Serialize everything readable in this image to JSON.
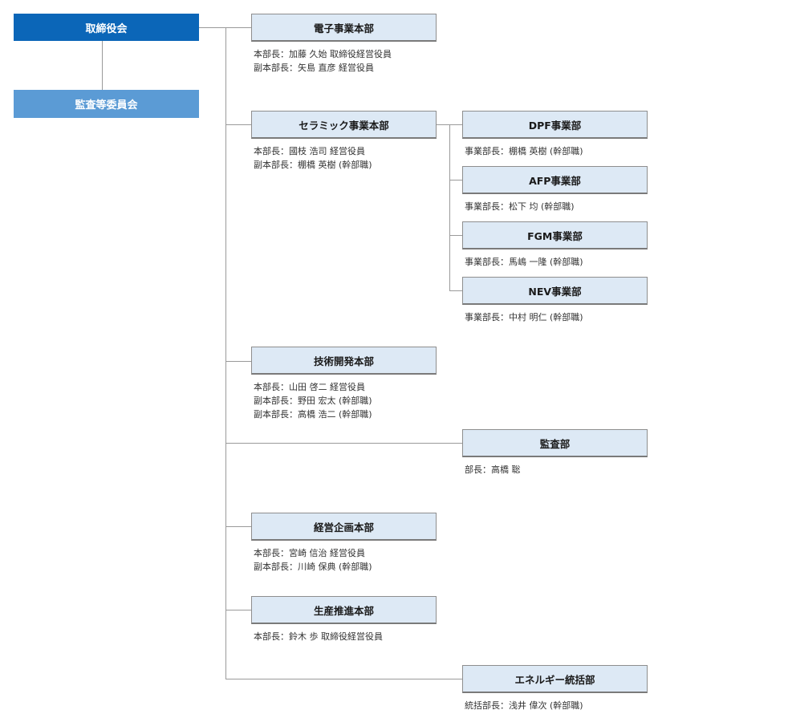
{
  "board": {
    "label": "取締役会"
  },
  "audit_committee": {
    "label": "監査等委員会"
  },
  "divisions": [
    {
      "name": "電子事業本部",
      "roles": [
        "本部長：加藤 久始 取締役経営役員",
        "副本部長：矢島 直彦 経営役員"
      ]
    },
    {
      "name": "セラミック事業本部",
      "roles": [
        "本部長：國枝 浩司 経営役員",
        "副本部長：棚橋 英樹 (幹部職)"
      ]
    },
    {
      "name": "技術開発本部",
      "roles": [
        "本部長：山田 啓二 経営役員",
        "副本部長：野田 宏太 (幹部職)",
        "副本部長：高橋 浩二 (幹部職)"
      ]
    },
    {
      "name": "経営企画本部",
      "roles": [
        "本部長：宮崎 信治 経営役員",
        "副本部長：川崎 保典 (幹部職)"
      ]
    },
    {
      "name": "生産推進本部",
      "roles": [
        "本部長：鈴木 歩 取締役経営役員"
      ]
    }
  ],
  "ceramic_units": [
    {
      "name": "DPF事業部",
      "roles": [
        "事業部長：棚橋 英樹 (幹部職)"
      ]
    },
    {
      "name": "AFP事業部",
      "roles": [
        "事業部長：松下 均 (幹部職)"
      ]
    },
    {
      "name": "FGM事業部",
      "roles": [
        "事業部長：馬嶋 一隆 (幹部職)"
      ]
    },
    {
      "name": "NEV事業部",
      "roles": [
        "事業部長：中村 明仁 (幹部職)"
      ]
    }
  ],
  "audit_dept": {
    "name": "監査部",
    "roles": [
      "部長：高橋 聡"
    ]
  },
  "energy_dept": {
    "name": "エネルギー統括部",
    "roles": [
      "統括部長：浅井 偉次 (幹部職)"
    ]
  }
}
